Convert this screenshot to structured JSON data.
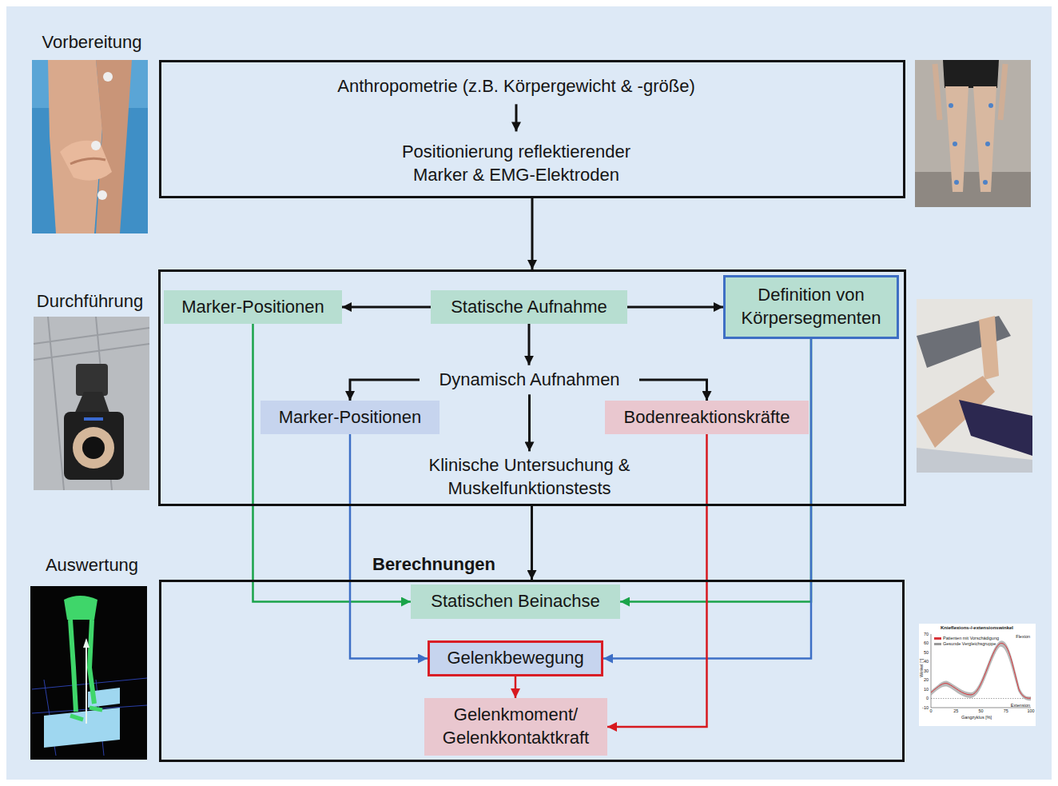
{
  "diagram": {
    "nodes": [
      {
        "text": []
      },
      {
        "text": [
          "Anthropometrie (z.B. Körpergewicht & -größe)"
        ],
        "in": 0
      },
      {
        "text": [
          "Positionierung reflektierender Marker & EMG-Elektroden"
        ],
        "in": 0
      },
      {
        "text": []
      },
      {
        "text": [
          "Marker-Positionen"
        ],
        "in": 3
      },
      {
        "text": [
          "Statische Aufnahme"
        ],
        "in": 3
      },
      {
        "text": [
          "Definition von Körpersegmenten"
        ],
        "in": 3
      },
      {
        "text": [
          "Dynamisch Aufnahmen"
        ],
        "in": 3
      },
      {
        "text": [
          "Marker-Positionen"
        ],
        "in": 3
      },
      {
        "text": [
          "Bodenreaktionskräfte"
        ],
        "in": 3
      },
      {
        "text": [
          "Klinische Untersuchung & Muskelfunktionstests"
        ],
        "in": 3
      },
      {
        "text": [
          "Berechnungen"
        ]
      },
      {
        "text": [
          "Statischen Beinachse"
        ],
        "in": 11
      },
      {
        "text": [
          "Gelenkbewegung"
        ],
        "in": 11
      },
      {
        "text": [
          "Gelenkmoment/ Gelenkkontaktkraft"
        ],
        "in": 11
      }
    ],
    "edges": [
      {
        "from": 0,
        "to": 3,
        "arrow": "to"
      },
      {
        "from": 1,
        "to": 2,
        "arrow": "to"
      },
      {
        "from": 5,
        "to": 4,
        "arrow": "to"
      },
      {
        "from": 5,
        "to": 6,
        "arrow": "to"
      },
      {
        "from": 5,
        "to": 7,
        "arrow": "to"
      },
      {
        "from": 7,
        "to": 8,
        "arrow": "to"
      },
      {
        "from": 7,
        "to": 9,
        "arrow": "to"
      },
      {
        "from": 7,
        "to": 10,
        "arrow": "to"
      },
      {
        "from": 3,
        "to": 11,
        "arrow": "to"
      },
      {
        "from": 4,
        "to": 12,
        "arrow": "to"
      },
      {
        "from": 6,
        "to": 12,
        "arrow": "to"
      },
      {
        "from": 8,
        "to": 13,
        "arrow": "to"
      },
      {
        "from": 6,
        "to": 13,
        "arrow": "to"
      },
      {
        "from": 9,
        "to": 14,
        "arrow": "to"
      },
      {
        "from": 13,
        "to": 14,
        "arrow": "to"
      }
    ],
    "labels": [
      "Vorbereitung",
      "Durchführung",
      "Auswertung",
      "Knieflexions-/-extensionswinkel",
      "Flexion",
      "Extension",
      "Winkel [°]",
      "Gangzyklus [%]",
      "70",
      "60",
      "50",
      "40",
      "30",
      "20",
      "10",
      "0",
      "-10",
      "0",
      "25",
      "50",
      "75",
      "100"
    ],
    "legend": [
      {
        "text": "Patienten mit Vorschädigung",
        "color": "#d9343a"
      },
      {
        "text": "Gesunde Vergleichsgruppe",
        "color": "#9a9a9a"
      }
    ]
  }
}
